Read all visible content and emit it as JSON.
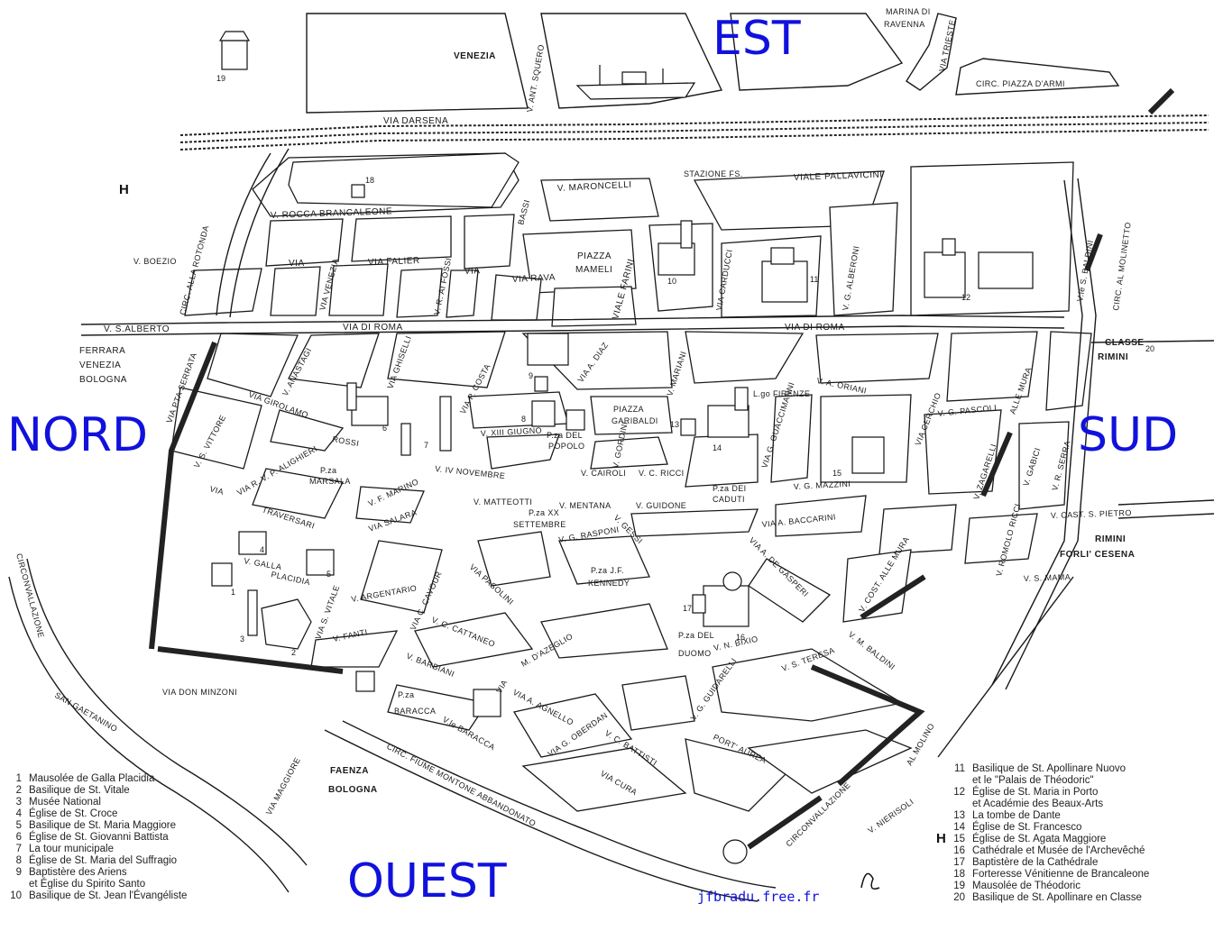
{
  "compass": {
    "north": "NORD",
    "east": "EST",
    "south": "SUD",
    "west": "OUEST"
  },
  "hospital_mark": "H",
  "directions": {
    "venezia": "VENEZIA",
    "marina_1": "MARINA DI",
    "marina_2": "RAVENNA",
    "ferrara_1": "FERRARA",
    "ferrara_2": "VENEZIA",
    "ferrara_3": "BOLOGNA",
    "classe_1": "CLASSE",
    "classe_2": "RIMINI",
    "rimini_1": "RIMINI",
    "rimini_2": "FORLI' CESENA",
    "faenza_1": "FAENZA",
    "faenza_2": "BOLOGNA"
  },
  "streets": {
    "via_darsena": "VIA DARSENA",
    "via_trieste": "VIA TRIESTE",
    "circ_piazza_darmi": "CIRC. PIAZZA D'ARMI",
    "v_ant_squero": "V. ANT. SQUERO",
    "stazione": "STAZIONE FS.",
    "v_maroncelli": "V. MARONCELLI",
    "viale_pallavicini": "VIALE PALLAVICINI",
    "v_rocca": "V. ROCCA BRANCALEONE",
    "bassi": "BASSI",
    "v_boezio": "V. BOEZIO",
    "circ_rotonda": "CIRC. ALLA ROTONDA",
    "via_falier": "VIA FALIER",
    "via_rava": "VIA RAVA",
    "v_r_ai_fossi": "V. R. AI FOSSI",
    "via_l": "VIA",
    "via_venezia": "VIA VENEZIA",
    "piazza_mameli_1": "PIAZZA",
    "piazza_mameli_2": "MAMELI",
    "viale_farini": "VIALE FARINI",
    "via_carducci": "VIA CARDUCCI",
    "v_g_alberoni": "V. G. ALBERONI",
    "vle_s_baldini": "V.le S. BALDINI",
    "circ_al_molinetto": "CIRC. AL MOLINETTO",
    "v_s_alberto": "V. S.ALBERTO",
    "via_di_roma_w": "VIA DI ROMA",
    "via_di_roma_e": "VIA DI ROMA",
    "via_serrata": "VIA PTA SERRATA",
    "v_anastagi": "V. ANASTAGI",
    "via_ghiselli": "VIA GHISELLI",
    "via_girolamo": "VIA GIROLAMO",
    "via_p_costa": "VIA P. COSTA",
    "via_diaz": "VIA A. DIAZ",
    "v_mariani": "V. MARIANI",
    "lgo_firenze": "L.go FIRENZE",
    "v_a_oriani": "V. A. ORIANI",
    "v_g_pascoli": "V. G. PASCOLI",
    "alle_mura": "ALLE MURA",
    "via_cerchio": "VIA CERCHIO",
    "v_s_vittore": "V. S. VITTORE",
    "rossi": "ROSSI",
    "v_xiii_giugno": "V. XIII GIUGNO",
    "piazza_garibaldi_1": "PIAZZA",
    "piazza_garibaldi_2": "GARIBALDI",
    "pza_popolo_1": "P.za DEL",
    "pza_popolo_2": "POPOLO",
    "v_gordini": "V. GORDINI",
    "v_guaccimanni": "VIA G. GUACCIMANNI",
    "v_zagarelli": "V. ZAGARELLI",
    "v_gabici": "V. GABICI",
    "v_r_serra": "V. R. SERRA",
    "via_v_alighieri": "VIA R. V. P. ALIGHIERI",
    "pza_marsala_1": "P.za",
    "pza_marsala_2": "MARSALA",
    "v_f_marino": "V. F. MARINO",
    "v_iv_novembre": "V. IV NOVEMBRE",
    "v_cairoli": "V. CAIROLI",
    "v_c_ricci": "V. C. RICCI",
    "v_g_mazzini": "V. G. MAZZINI",
    "via_w": "VIA",
    "traversari": "TRAVERSARI",
    "via_salara": "VIA SALARA",
    "v_matteotti": "V. MATTEOTTI",
    "v_mentana": "V. MENTANA",
    "v_guidone": "V. GUIDONE",
    "pza_dei_caduti_1": "P.za DEI",
    "pza_dei_caduti_2": "CADUTI",
    "pza_xx_1": "P.za XX",
    "pza_xx_2": "SETTEMBRE",
    "v_g_rasponi": "V. G. RASPONI",
    "v_gessi": "V. GESSI",
    "via_a_baccarini": "VIA A. BACCARINI",
    "v_cast_s_pietro": "V. CAST. S. PIETRO",
    "v_galla": "V. GALLA",
    "placidia": "PLACIDIA",
    "v_argentario": "V. ARGENTARIO",
    "v_fanti": "V. FANTI",
    "via_c_cavour": "VIA C. CAVOUR",
    "via_pasolini": "VIA PASOLINI",
    "pza_kennedy_1": "P.za J.F.",
    "pza_kennedy_2": "KENNEDY",
    "via_a_de_gasperi": "VIA A. DE GASPERI",
    "v_cost_alle_mura": "V. COST. ALLE MURA",
    "v_romolo_ricci": "V. ROMOLO RICCI",
    "v_s_mama": "V. S. MAMA",
    "via_s_vitale": "VIA S. VITALE",
    "v_c_cattaneo": "V. C. CATTANEO",
    "m_dazeglio": "M. D'AZEGLIO",
    "pza_duomo_1": "P.za DEL",
    "pza_duomo_2": "DUOMO",
    "v_n_bixio": "V. N. BIXIO",
    "v_s_teresa": "V. S. TERESA",
    "v_m_baldini": "V. M. BALDINI",
    "circonvallazione_w": "CIRCONVALLAZIONE",
    "v_barbiani": "V. BARBIANI",
    "via_don_minzoni": "VIA DON MINZONI",
    "via_a_agnello": "VIA A. AGNELLO",
    "via_e": "VIA",
    "v_guidarelli": "V. G. GUIDARELLI",
    "port_aurea": "PORT' AUREA",
    "al_molino": "AL MOLINO",
    "san_gaetanino": "SAN GAETANINO",
    "pza_baracca_1": "P.za",
    "pza_baracca_2": "BARACCA",
    "vle_baracca": "V.le BARACCA",
    "via_g_oberdan": "VIA G. OBERDAN",
    "v_c_battisti": "V. C. BATTISTI",
    "via_maggiore": "VIA MAGGIORE",
    "circ_fiume_montone": "CIRC. FIUME MONTONE ABBANDONATO",
    "via_cura": "VIA CURA",
    "circonvallazione_e": "CIRCONVALLAZIONE",
    "v_nierisoli": "V. NIERISOLI"
  },
  "legend_left": [
    {
      "num": "1",
      "text": "Mausolée de Galla Placidia"
    },
    {
      "num": "2",
      "text": "Basilique de St. Vitale"
    },
    {
      "num": "3",
      "text": "Musée National"
    },
    {
      "num": "4",
      "text": "Église de St. Croce"
    },
    {
      "num": "5",
      "text": "Basilique de St. Maria Maggiore"
    },
    {
      "num": "6",
      "text": "Église de St. Giovanni Battista"
    },
    {
      "num": "7",
      "text": "La tour municipale"
    },
    {
      "num": "8",
      "text": "Église de St. Maria del Suffragio"
    },
    {
      "num": "9",
      "text": "Baptistère des Ariens",
      "text2": "et Église du Spirito Santo"
    },
    {
      "num": "10",
      "text": "Basilique de St. Jean l'Évangéliste"
    }
  ],
  "legend_right": [
    {
      "num": "11",
      "text": "Basilique de St. Apollinare Nuovo",
      "text2": "et le \"Palais de Théodoric\""
    },
    {
      "num": "12",
      "text": "Église de St. Maria in Porto",
      "text2": "et Académie des Beaux-Arts"
    },
    {
      "num": "13",
      "text": "La tombe de Dante"
    },
    {
      "num": "14",
      "text": "Église de St. Francesco"
    },
    {
      "num": "15",
      "text": "Église de St. Agata Maggiore"
    },
    {
      "num": "16",
      "text": "Cathédrale et Musée de l'Archevêché"
    },
    {
      "num": "17",
      "text": "Baptistère de la Cathédrale"
    },
    {
      "num": "18",
      "text": "Forteresse Vénitienne de Brancaleone"
    },
    {
      "num": "19",
      "text": "Mausolée de Théodoric"
    },
    {
      "num": "20",
      "text": "Basilique de St. Apollinare en Classe"
    }
  ],
  "monument_numbers": [
    "1",
    "2",
    "3",
    "4",
    "5",
    "6",
    "7",
    "8",
    "9",
    "10",
    "11",
    "12",
    "13",
    "14",
    "15",
    "16",
    "17",
    "18",
    "19",
    "20"
  ],
  "credit": "jfbradu.free.fr"
}
